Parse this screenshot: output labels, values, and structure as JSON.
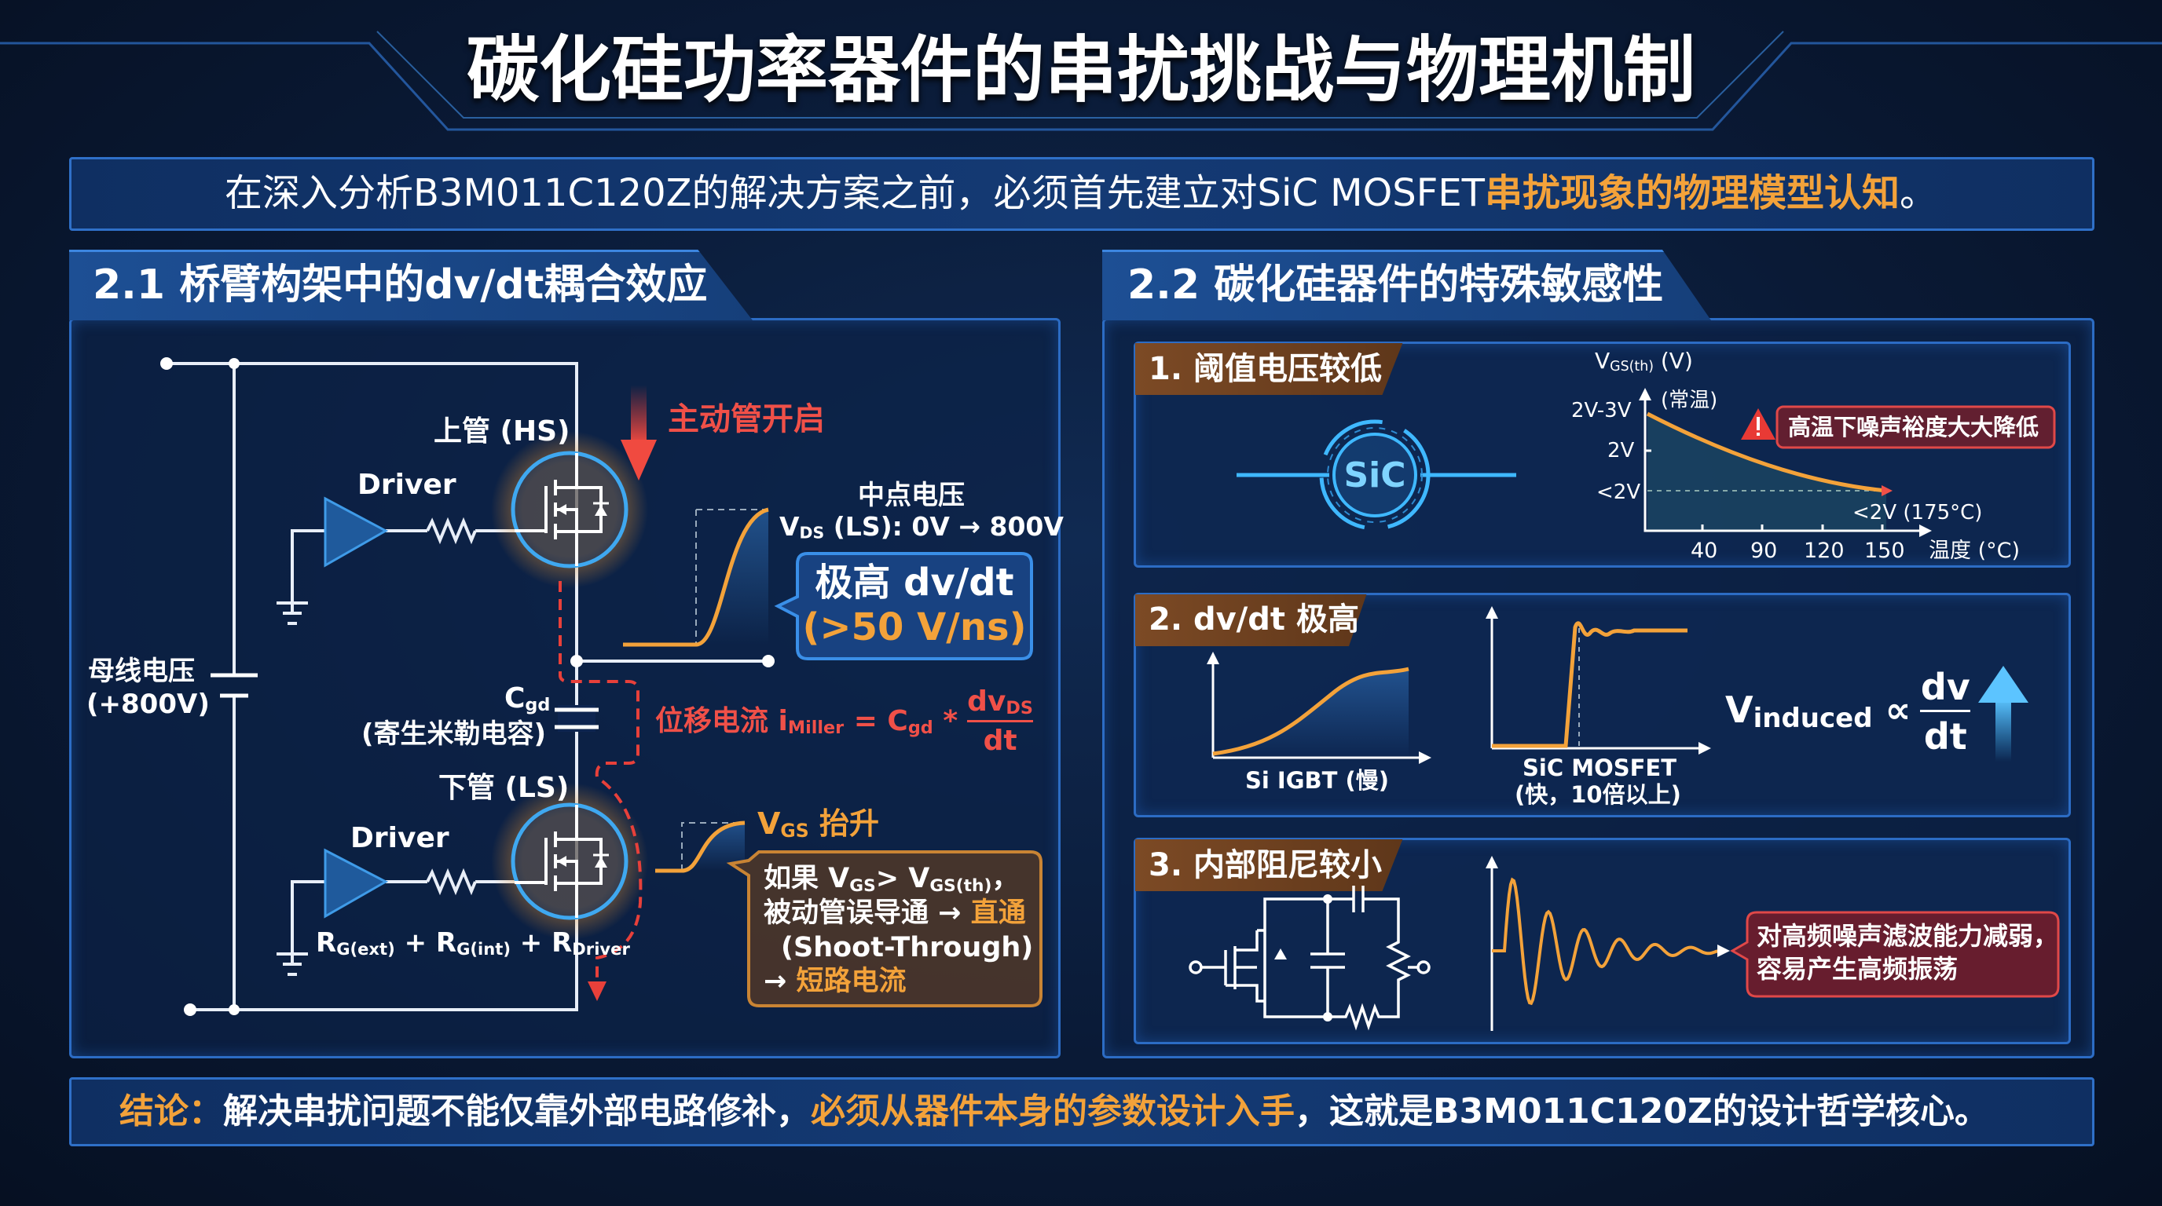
{
  "title": "碳化硅功率器件的串扰挑战与物理机制",
  "intro": {
    "prefix": "在深入分析B3M011C120Z的解决方案之前，必须首先建立对SiC MOSFET",
    "highlight": "串扰现象的物理模型认知",
    "suffix": "。"
  },
  "left": {
    "header": "2.1 桥臂构架中的dv/dt耦合效应",
    "bus_label": "母线电压",
    "bus_value": "(+800V)",
    "hs_label": "上管 (HS)",
    "ls_label": "下管 (LS)",
    "driver_label": "Driver",
    "active_on": "主动管开启",
    "midpoint_title": "中点电压",
    "vds_v": "V",
    "vds_sub": "DS",
    "vds_rest": " (LS): 0V → 800V",
    "dvdt_line1": "极高 dv/dt",
    "dvdt_line2": "(>50 V/ns)",
    "cgd_c": "C",
    "cgd_sub": "gd",
    "cgd_desc": "(寄生米勒电容)",
    "miller": {
      "label": "位移电流 i",
      "sub": "Miller",
      "eq": " = C",
      "eq_sub": "gd",
      "star": " *",
      "num": "dv",
      "num_sub": "DS",
      "den": "dt"
    },
    "rg": {
      "r1": "R",
      "s1": "G(ext)",
      "r2": " + R",
      "s2": "G(int)",
      "r3": " + R",
      "s3": "Driver"
    },
    "vgs_rise": {
      "v": "V",
      "sub": "GS",
      "text": " 抬升"
    },
    "shoot": {
      "l1a": "如果 V",
      "l1s": "GS",
      "l1b": "> V",
      "l1s2": "GS(th)",
      "l1c": "，",
      "l2a": "被动管误导通 → ",
      "l2b": "直通",
      "l3": "(Shoot-Through)",
      "l4a": "→ ",
      "l4b": "短路电流"
    }
  },
  "right": {
    "header": "2.2 碳化硅器件的特殊敏感性",
    "s1": {
      "title": "1. 阈值电压较低",
      "emblem": "SiC",
      "chart_data": {
        "type": "line",
        "ylabel_v": "V",
        "ylabel_sub": "GS(th)",
        "ylabel_unit": " (V)",
        "yticks": [
          "2V-3V",
          "2V",
          "<2V"
        ],
        "xticks": [
          "40",
          "90",
          "120",
          "150"
        ],
        "xlabel": "温度 (°C)",
        "room_temp": "(常温)",
        "end_label": "<2V (175°C)",
        "warning": "高温下噪声裕度大大降低"
      }
    },
    "s2": {
      "title": "2. dv/dt 极高",
      "igbt_label": "Si IGBT (慢)",
      "sic_label1": "SiC MOSFET",
      "sic_label2": "(快，10倍以上)",
      "formula": {
        "v": "V",
        "sub": "induced",
        "prop": "∝",
        "num": "dv",
        "den": "dt"
      }
    },
    "s3": {
      "title": "3. 内部阻尼较小",
      "note1": "对高频噪声滤波能力减弱，",
      "note2": "容易产生高频振荡"
    }
  },
  "conclusion": {
    "a": "结论：",
    "b": "解决串扰问题不能仅靠外部电路修补，",
    "c": "必须从器件本身的参数设计入手",
    "d": "，这就是B3M011C120Z的设计哲学核心。"
  },
  "colors": {
    "accent_orange": "#f3a23a",
    "alert_red": "#f05048",
    "panel_blue": "#2c6cc4",
    "glow_cyan": "#3fb8ff"
  }
}
